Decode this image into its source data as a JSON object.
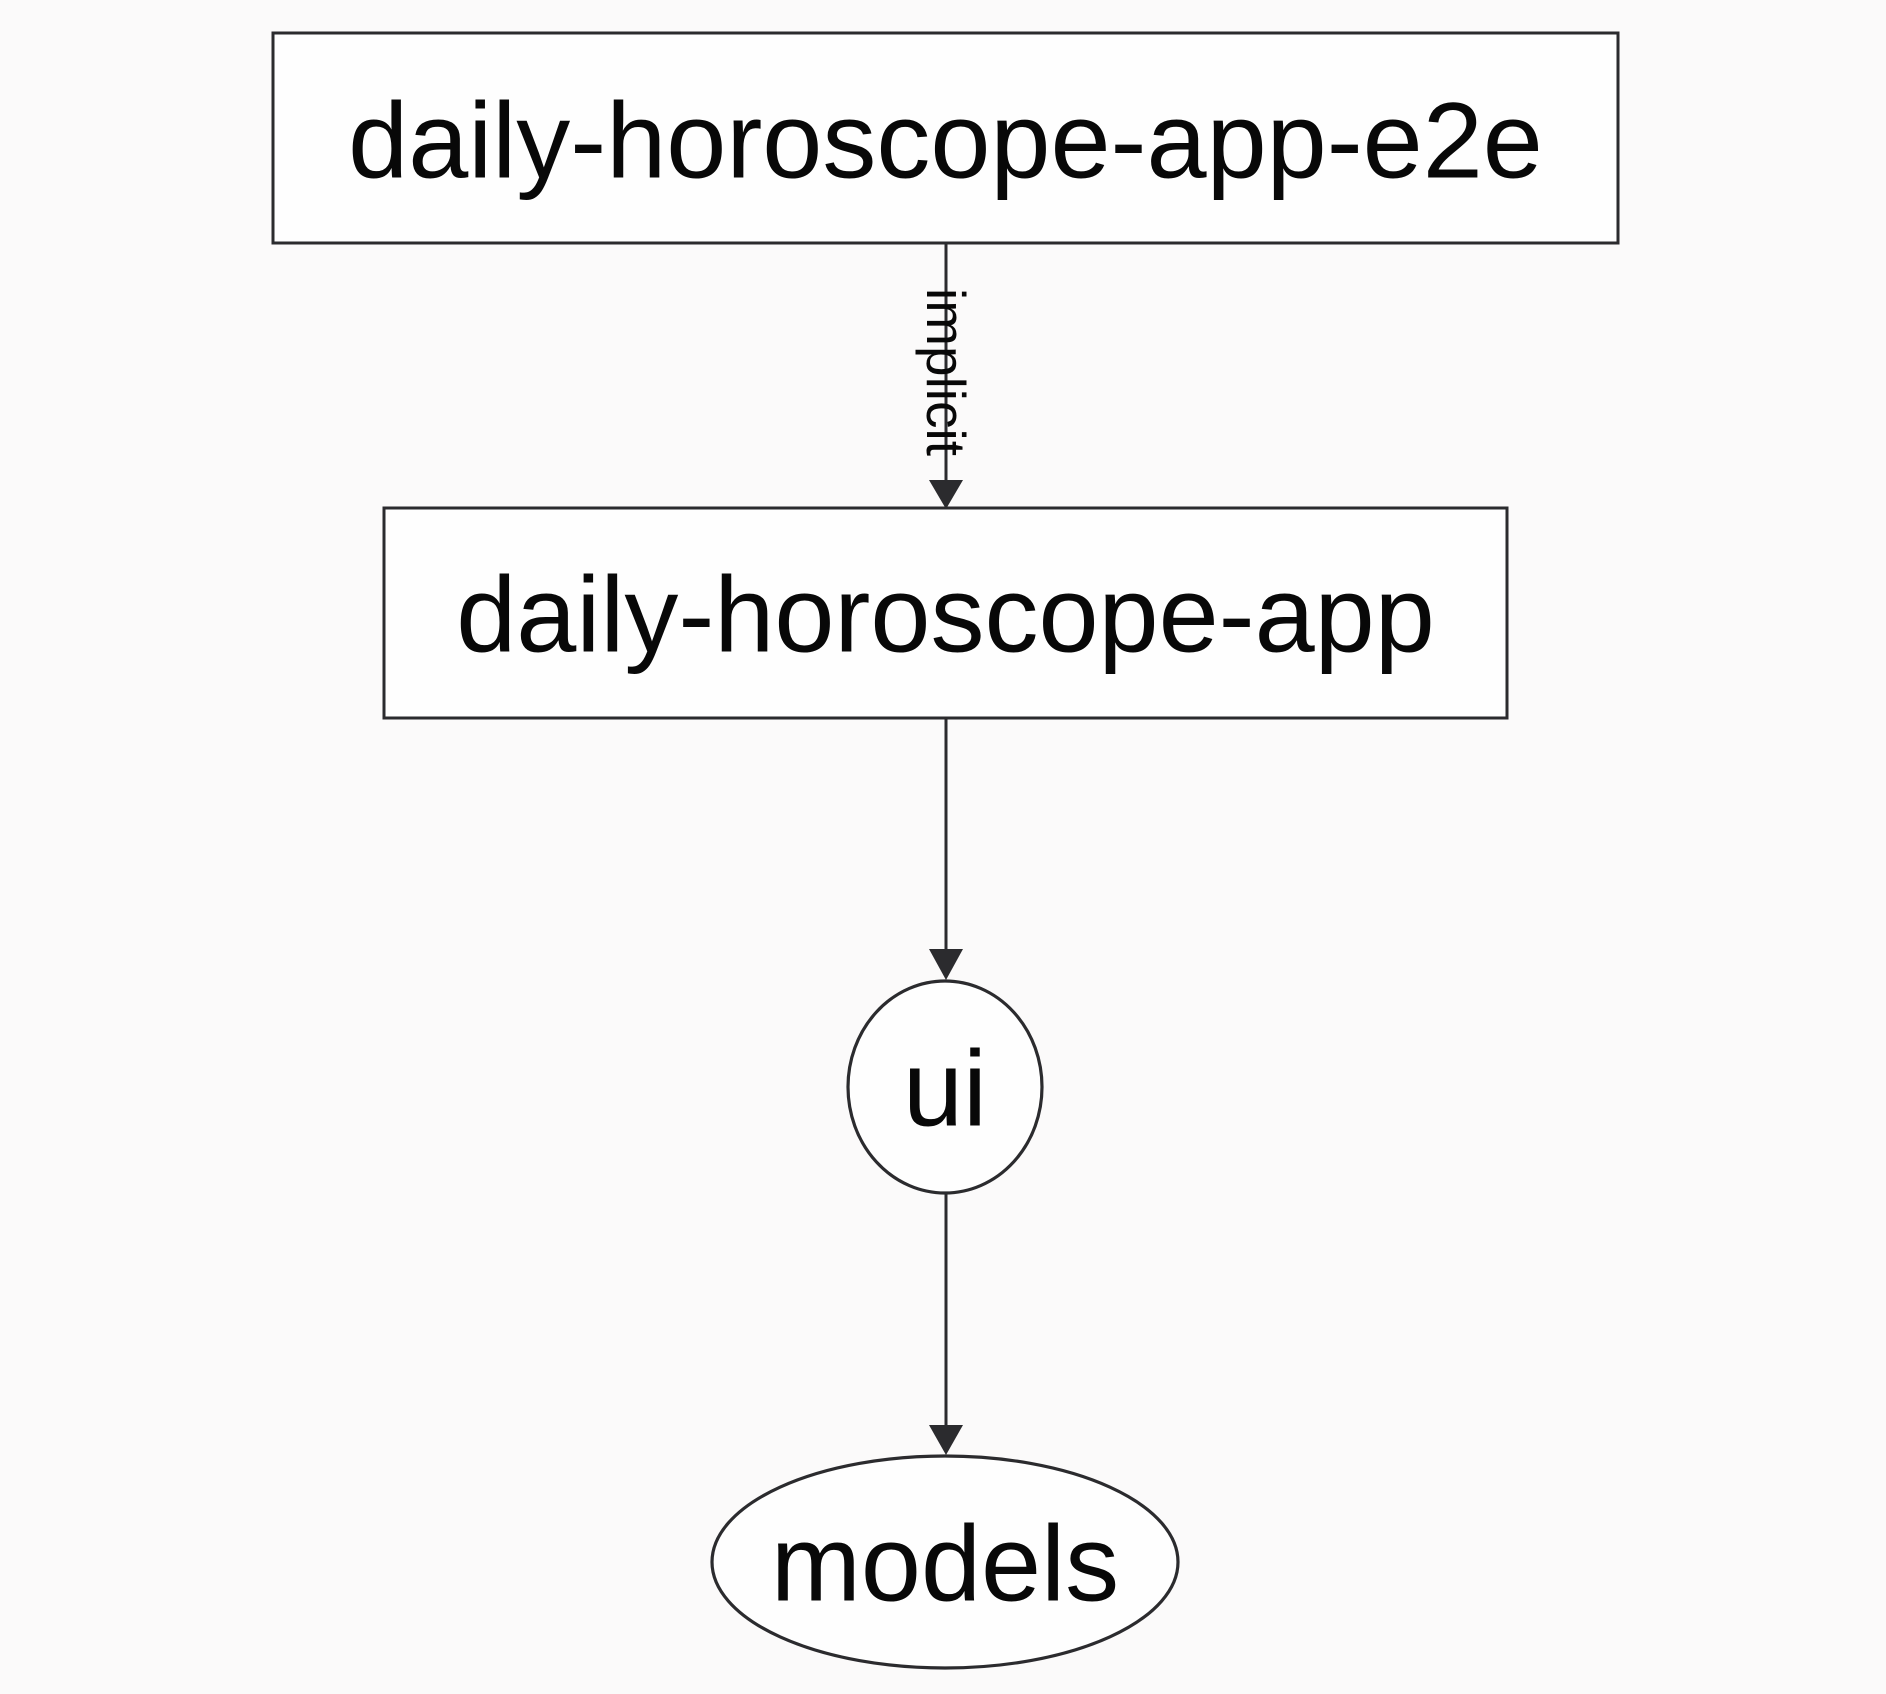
{
  "graph": {
    "type": "dependency-graph",
    "nodes": [
      {
        "id": "daily-horoscope-app-e2e",
        "label": "daily-horoscope-app-e2e",
        "shape": "rectangle"
      },
      {
        "id": "daily-horoscope-app",
        "label": "daily-horoscope-app",
        "shape": "rectangle"
      },
      {
        "id": "ui",
        "label": "ui",
        "shape": "ellipse"
      },
      {
        "id": "models",
        "label": "models",
        "shape": "ellipse"
      }
    ],
    "edges": [
      {
        "source": "daily-horoscope-app-e2e",
        "target": "daily-horoscope-app",
        "label": "implicit"
      },
      {
        "source": "daily-horoscope-app",
        "target": "ui",
        "label": ""
      },
      {
        "source": "ui",
        "target": "models",
        "label": ""
      }
    ]
  },
  "colors": {
    "background": "#fbfafa",
    "node-fill": "#fefefe",
    "stroke": "#2b2b2e",
    "text": "#080808"
  }
}
